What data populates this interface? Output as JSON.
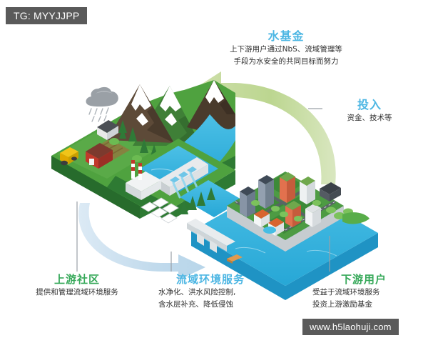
{
  "watermarks": {
    "top_tag": "TG: MYYJJPP",
    "bottom_url": "www.h5laohuji.com"
  },
  "diagram": {
    "title_alt": "Water Fund watershed investment cycle",
    "labels": {
      "water_fund": {
        "title": "水基金",
        "desc_line1": "上下游用户通过NbS、流域管理等",
        "desc_line2": "手段为水安全的共同目标而努力",
        "color": "#4cb6e3"
      },
      "investment": {
        "title": "投入",
        "desc_line1": "资金、技术等",
        "color": "#4cb6e3"
      },
      "upstream": {
        "title": "上游社区",
        "desc_line1": "提供和管理流域环境服务",
        "color": "#37a95a"
      },
      "services": {
        "title": "流域环境服务",
        "desc_line1": "水净化、洪水风险控制,",
        "desc_line2": "含水层补充、降低侵蚀",
        "color": "#4cb6e3"
      },
      "downstream": {
        "title": "下游用户",
        "desc_line1": "受益于流域环境服务",
        "desc_line2": "投资上游激励基金",
        "color": "#37a95a"
      }
    },
    "arrows": {
      "green_arrow": {
        "name": "investment-flow-arrow",
        "direction": "right-to-left",
        "color": "#b9d48d"
      },
      "blue_arrow": {
        "name": "ecosystem-services-flow-arrow",
        "direction": "left-to-right",
        "color": "#c4dcee"
      }
    },
    "scene_elements": [
      "rain-cloud",
      "farm-house",
      "red-barn",
      "tractor",
      "snow-mountains",
      "pine-forest",
      "river",
      "hydro-dam",
      "factory-smokestacks",
      "water-treatment-tanks",
      "city-highrise-buildings",
      "roads",
      "bridge",
      "reservoir",
      "boat"
    ],
    "colors": {
      "land_green": "#4a9c3c",
      "land_green_dark": "#2f7a33",
      "water_blue": "#35b3dd",
      "water_light": "#7fd3ec",
      "mountain_brown": "#5d4a38",
      "snow_white": "#ffffff",
      "city_gray": "#d8dde0",
      "accent_red": "#c0392b"
    }
  }
}
